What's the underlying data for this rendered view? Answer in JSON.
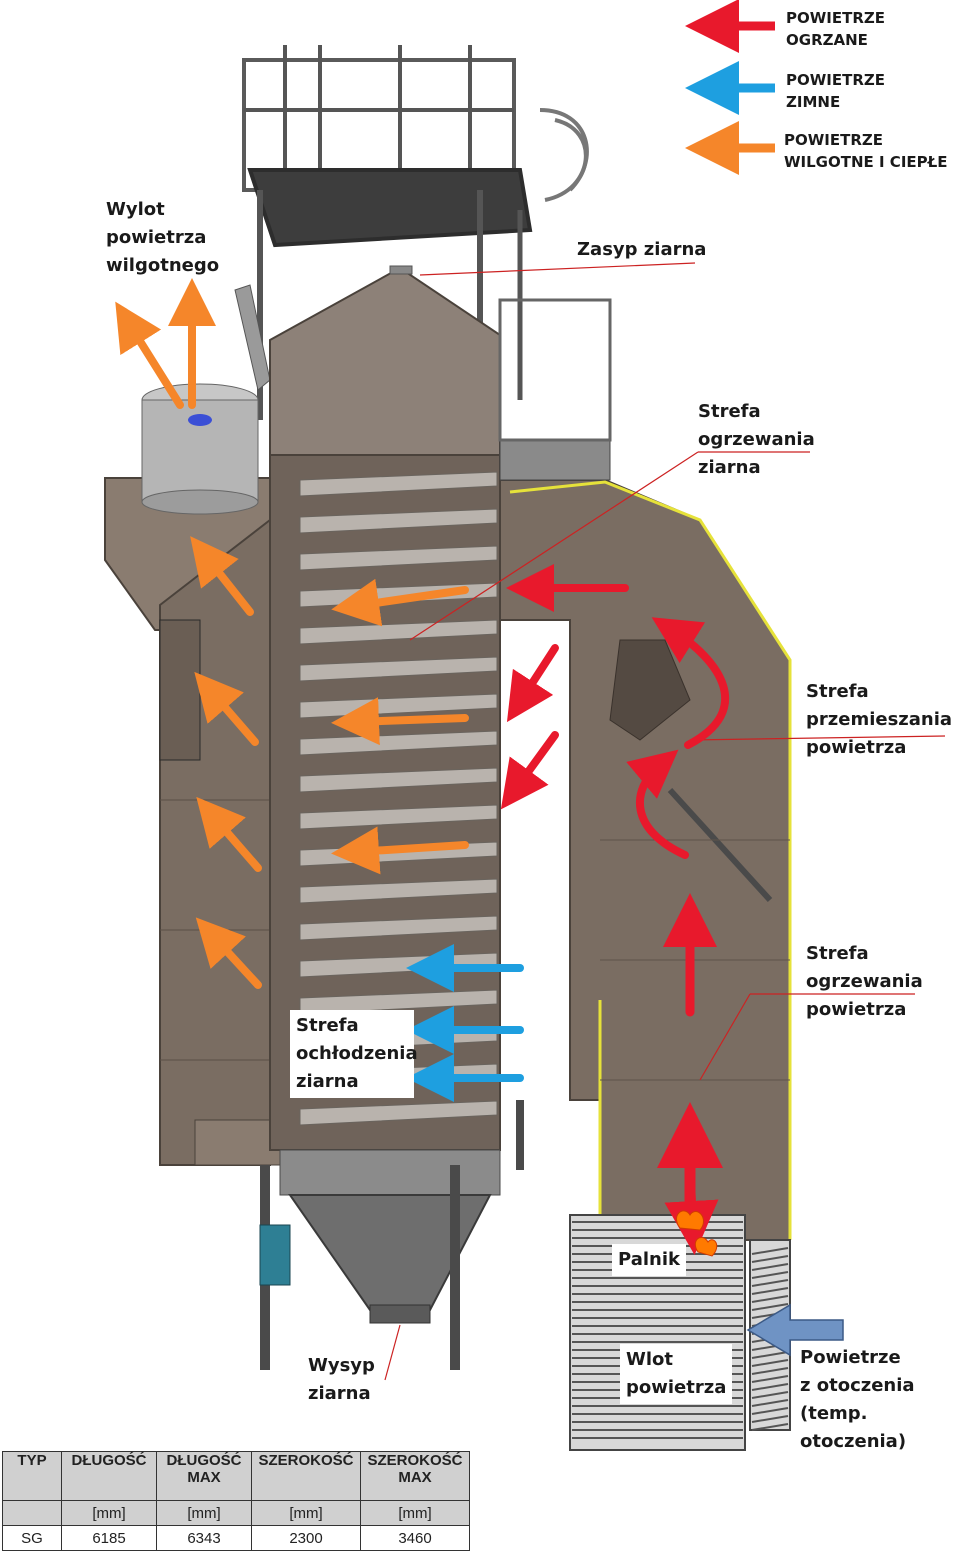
{
  "legend": [
    {
      "text": "POWIETRZE\nOGRZANE",
      "color": "#e8192c"
    },
    {
      "text": "POWIETRZE\nZIMNE",
      "color": "#1e9fe0"
    },
    {
      "text": "POWIETRZE\nWILGOTNE I CIEPŁE",
      "color": "#f5862a"
    }
  ],
  "labels": {
    "wylot": "Wylot\npowietrza\nwilgotnego",
    "zasyp": "Zasyp ziarna",
    "strefa_ogrz_ziarna": "Strefa\nogrzewania\nziarna",
    "strefa_przem": "Strefa\nprzemieszania\npowietrza",
    "strefa_ogrz_powietrza": "Strefa\nogrzewania\npowietrza",
    "strefa_ochl": "Strefa\nochłodzenia\nziarna",
    "palnik": "Palnik",
    "wlot": "Wlot\npowietrza",
    "powietrze_otoczenia": "Powietrze\nz otoczenia\n(temp.\notoczenia)",
    "wysyp": "Wysyp\nziarna"
  },
  "colors": {
    "hot": "#e8192c",
    "cold": "#1e9fe0",
    "humid": "#f5862a",
    "ambient": "#6f93c4",
    "body": "#7a6d62",
    "body_dark": "#5e544b",
    "shelf": "#b9b3ad",
    "metal": "#4b4b4b",
    "accent_line": "#cc2222",
    "yellow_edge": "#e6e23a"
  },
  "table": {
    "header1": [
      "TYP",
      "DŁUGOŚĆ",
      "DŁUGOŚĆ\nMAX",
      "SZEROKOŚĆ",
      "SZEROKOŚĆ\nMAX"
    ],
    "header2": [
      "",
      "[mm]",
      "[mm]",
      "[mm]",
      "[mm]"
    ],
    "rows": [
      [
        "SG",
        "6185",
        "6343",
        "2300",
        "3460"
      ]
    ]
  }
}
